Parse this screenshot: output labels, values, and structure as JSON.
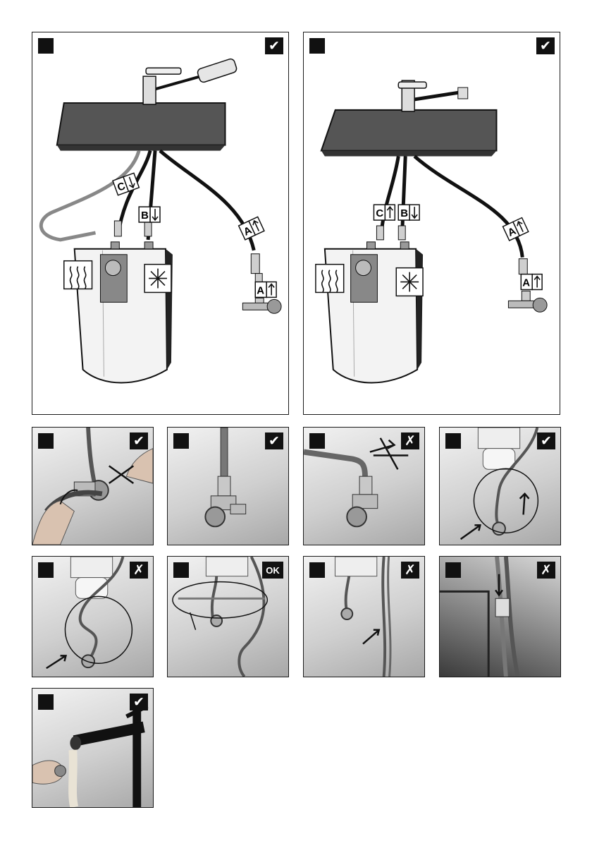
{
  "page": {
    "background": "#ffffff",
    "frame_color": "#1a1a1a",
    "badge_color": "#111111"
  },
  "glyphs": {
    "check": "✔",
    "cross": "✗",
    "ok": "OK"
  },
  "hose_labels": {
    "hot_outlet": "C",
    "cold_inlet": "B",
    "supply": "A"
  },
  "panels": [
    {
      "id": "diagram-pull-out-spray",
      "status": "check",
      "status_icon": "check-icon"
    },
    {
      "id": "diagram-fixed-spout",
      "status": "check",
      "status_icon": "check-icon"
    },
    {
      "id": "photo-tighten-with-spanner",
      "status": "check",
      "status_icon": "check-icon"
    },
    {
      "id": "photo-correct-angle-valve",
      "status": "check",
      "status_icon": "check-icon"
    },
    {
      "id": "photo-hose-bent-too-tight",
      "status": "cross",
      "status_icon": "cross-icon"
    },
    {
      "id": "photo-weight-hanging-free",
      "status": "check",
      "status_icon": "check-icon"
    },
    {
      "id": "photo-weight-looped-wrong",
      "status": "cross",
      "status_icon": "cross-icon"
    },
    {
      "id": "photo-hose-loop-ok",
      "status": "ok",
      "status_icon": "ok-badge"
    },
    {
      "id": "photo-hose-twisted",
      "status": "cross",
      "status_icon": "cross-icon"
    },
    {
      "id": "photo-hoses-touching",
      "status": "cross",
      "status_icon": "cross-icon"
    },
    {
      "id": "photo-clean-aerator",
      "status": "check",
      "status_icon": "check-icon"
    }
  ]
}
